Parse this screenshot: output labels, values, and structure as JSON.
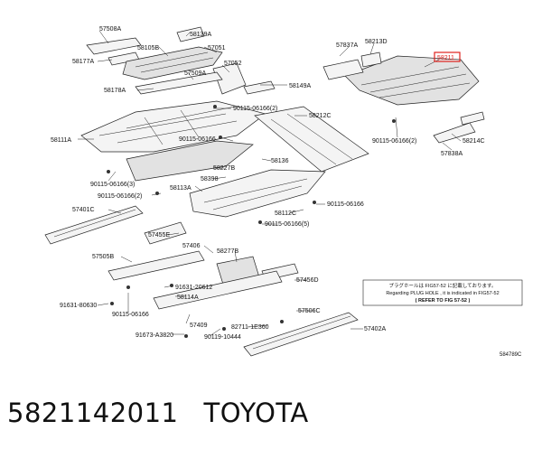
{
  "labels": {
    "l57508A": "57508A",
    "l58139A": "58139A",
    "l58177A": "58177A",
    "l58105B": "58105B",
    "l57051": "57051",
    "l57052": "57052",
    "l57509A": "57509A",
    "l58178A": "58178A",
    "l58149A": "58149A",
    "l90115_2": "90115-06166(2)",
    "l58212C": "58212C",
    "l58111A": "58111A",
    "l90115_1": "90115-06166",
    "l58136": "58136",
    "l58227B": "58227B",
    "l58398": "58398",
    "l90115_3": "90115-06166(3)",
    "l58113A": "58113A",
    "l90115_2b": "90115-06166(2)",
    "l90115_r": "90115-06166",
    "l58112C": "58112C",
    "l90115_5": "90115-06166(5)",
    "l57401C": "57401C",
    "l57455E": "57455E",
    "l57406": "57406",
    "l58277B": "58277B",
    "l57505B": "57505B",
    "l57456D": "57456D",
    "l91631_1": "91631-20612",
    "l58114A": "58114A",
    "l91631_2": "91631-80630",
    "l90115_c": "90115-06166",
    "l57506C": "57506C",
    "l57409": "57409",
    "l82711": "82711-1E360",
    "l91673": "91673-A3820",
    "l90119": "90119-10444",
    "l57402A": "57402A",
    "l57837A": "57837A",
    "l58213D": "58213D",
    "l58211": "58211",
    "l90115_d2": "90115-06166(2)",
    "l58214C": "58214C",
    "l57838A": "57838A",
    "l584789C": "584789C"
  },
  "note": {
    "line1": "プラグホールは FIG57-52 に記載しております。",
    "line2": "Regarding PLUG HOLE , it is indicated in FIG57-52",
    "line3": "( REFER TO FIG 57-52 )"
  },
  "colors": {
    "highlight": "#e0211d"
  },
  "footer": {
    "part_number": "5821142011",
    "brand": "TOYOTA"
  }
}
